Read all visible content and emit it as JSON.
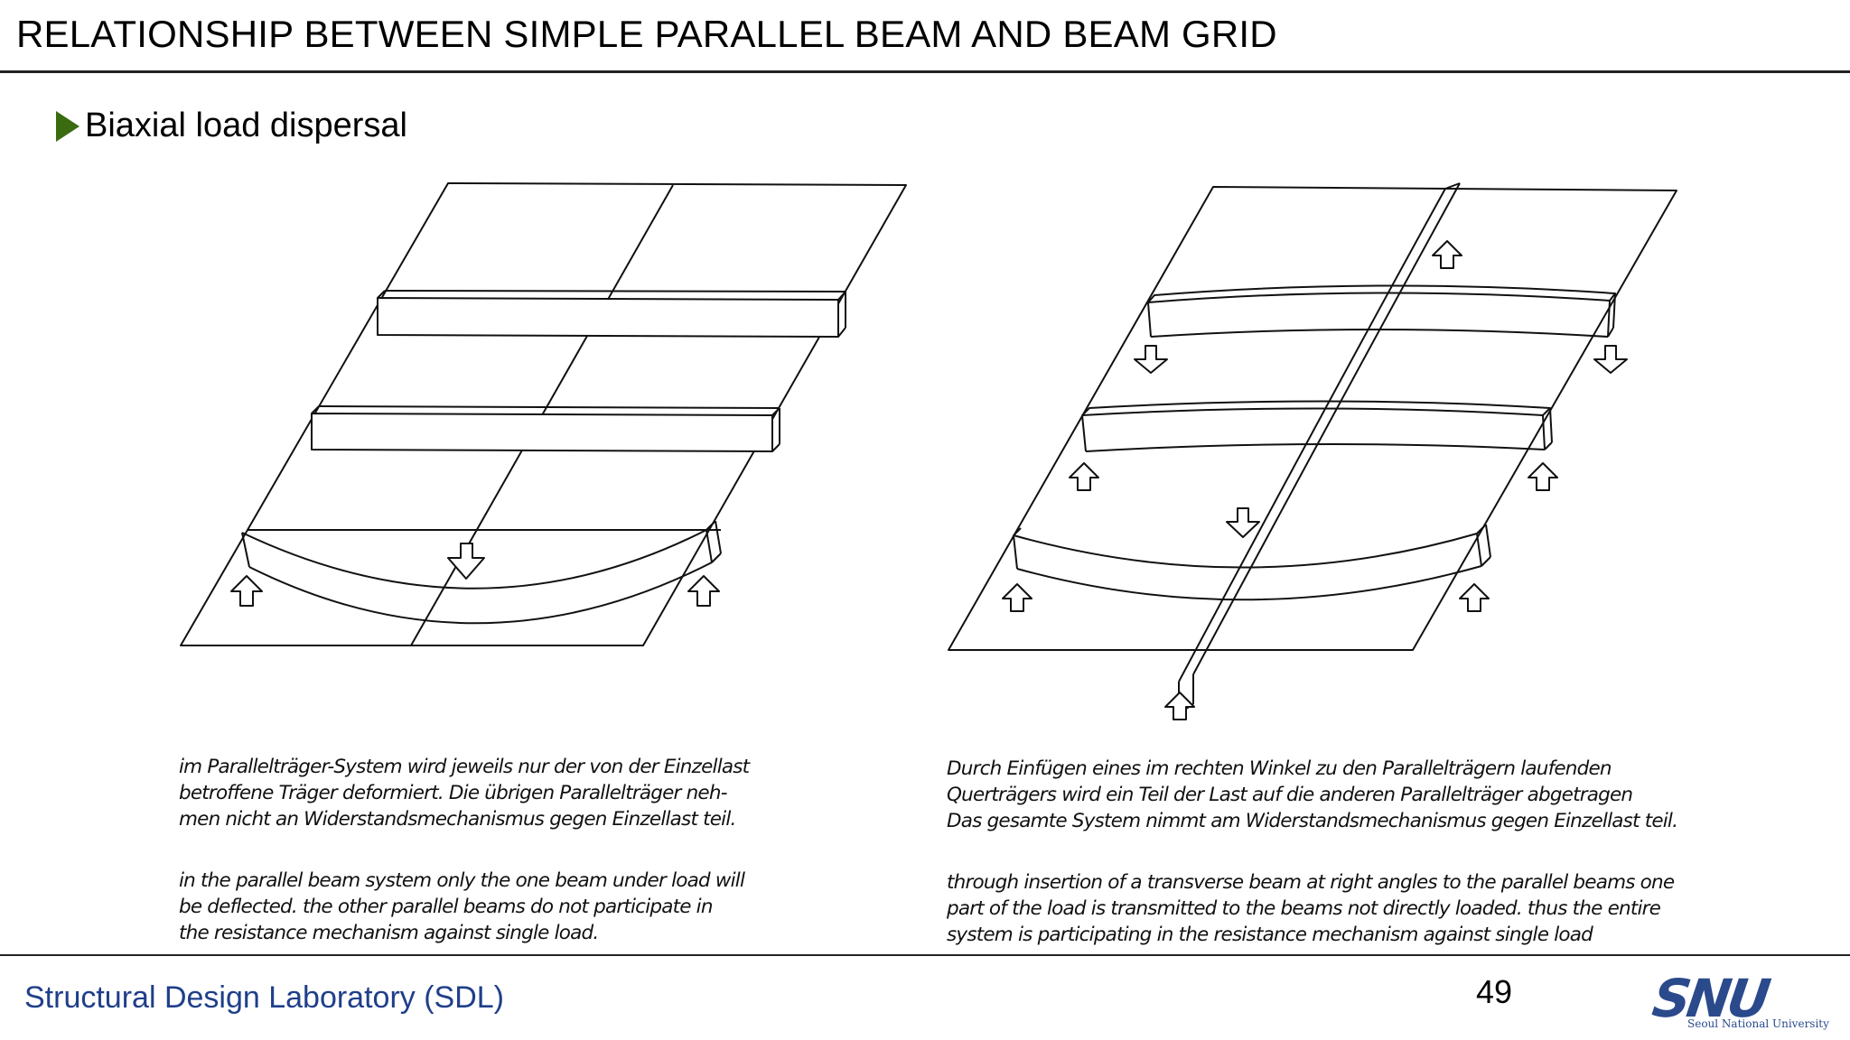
{
  "header": {
    "title": "RELATIONSHIP BETWEEN SIMPLE PARALLEL BEAM AND BEAM GRID"
  },
  "bullet": {
    "text": "Biaxial load dispersal"
  },
  "captions": {
    "left": {
      "german": "im Parallelträger-System wird jeweils nur der von der Einzellast\nbetroffene Träger deformiert.   Die übrigen Parallelträger neh-\nmen nicht an Widerstandsmechanismus gegen Einzellast teil.",
      "english": "in the parallel beam system only the one beam under load will\nbe deflected.      the other parallel beams do not participate in\nthe resistance mechanism against single load."
    },
    "right": {
      "german": "Durch Einfügen eines im rechten Winkel zu den Parallelträgern     laufenden\nQuerträgers wird ein Teil der Last  auf die anderen Parallelträger abgetragen\nDas gesamte System nimmt am Widerstandsmechanismus gegen Einzellast teil.",
      "english": "through insertion of a transverse beam at right angles to the parallel beams one\npart of the load is transmitted to the beams not directly loaded.     thus the entire\nsystem is participating in the resistance mechanism against single load"
    }
  },
  "footer": {
    "lab": "Structural Design Laboratory (SDL)",
    "page": "49",
    "logo_mark": "SNU",
    "logo_sub": "Seoul National University",
    "lab_color": "#1f3f8a"
  },
  "icons": {
    "bullet": "triangle-right-icon",
    "up_arrow": "up-arrow-icon",
    "down_arrow": "down-arrow-icon"
  }
}
